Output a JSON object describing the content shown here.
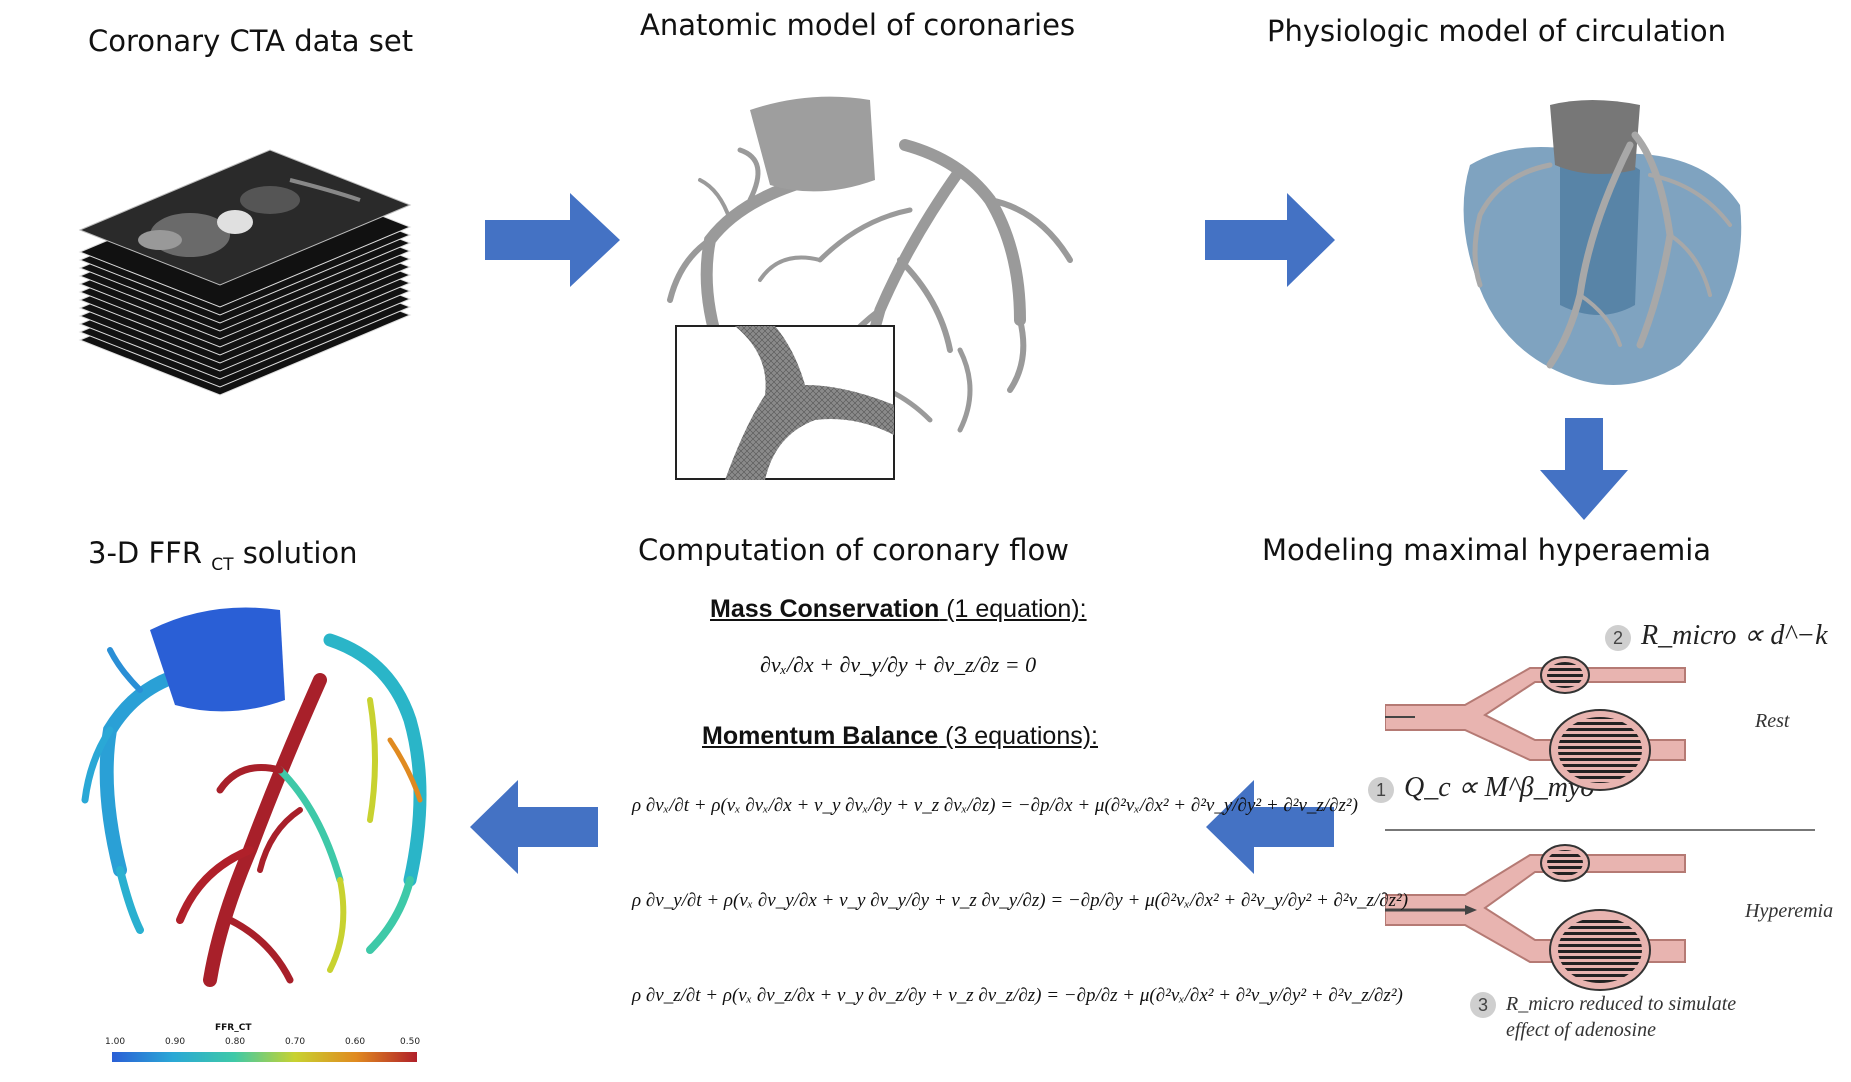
{
  "titles": {
    "cta": "Coronary CTA data set",
    "anatomic": "Anatomic model of coronaries",
    "physiologic": "Physiologic model of circulation",
    "hyperaemia": "Modeling maximal hyperaemia",
    "computation": "Computation of coronary flow",
    "ffr_prefix": "3-D FFR",
    "ffr_sub": "CT",
    "ffr_suffix": "solution"
  },
  "equations": {
    "mass_heading": "Mass Conservation",
    "mass_count": "(1 equation):",
    "mass_eq": "∂vₓ/∂x + ∂v_y/∂y + ∂v_z/∂z = 0",
    "momentum_heading": "Momentum Balance",
    "momentum_count": "(3 equations):",
    "momentum_x": "ρ ∂vₓ/∂t + ρ(vₓ ∂vₓ/∂x + v_y ∂vₓ/∂y + v_z ∂vₓ/∂z) = −∂p/∂x + μ(∂²vₓ/∂x² + ∂²v_y/∂y² + ∂²v_z/∂z²)",
    "momentum_y": "ρ ∂v_y/∂t + ρ(vₓ ∂v_y/∂x + v_y ∂v_y/∂y + v_z ∂v_y/∂z) = −∂p/∂y + μ(∂²vₓ/∂x² + ∂²v_y/∂y² + ∂²v_z/∂z²)",
    "momentum_z": "ρ ∂v_z/∂t + ρ(vₓ ∂v_z/∂x + v_y ∂v_z/∂y + v_z ∂v_z/∂z) = −∂p/∂z + μ(∂²vₓ/∂x² + ∂²v_y/∂y² + ∂²v_z/∂z²)"
  },
  "hyperaemia": {
    "badge1": "1",
    "formula1": "Q_c ∝ M^β_myo",
    "badge2": "2",
    "formula2": "R_micro ∝ d^−k",
    "badge3": "3",
    "note3_line1": "R_micro reduced to simulate",
    "note3_line2": "effect of adenosine",
    "rest_label": "Rest",
    "hyperemia_label": "Hyperemia"
  },
  "colorbar": {
    "label": "FFR_CT",
    "ticks": [
      "1.00",
      "0.90",
      "0.80",
      "0.70",
      "0.60",
      "0.50"
    ],
    "colors": [
      "#2a5fd6",
      "#2aa8d6",
      "#3ec9a8",
      "#c8d230",
      "#e08a20",
      "#b0202a"
    ]
  },
  "colors": {
    "arrow": "#4472c4",
    "vessel_gray": "#9a9a9a",
    "heart_blue": "#5f8cb0",
    "ffr_blue": "#2a5fd6",
    "ffr_red": "#a8202a",
    "pink_vessel": "#e8b4b0"
  }
}
